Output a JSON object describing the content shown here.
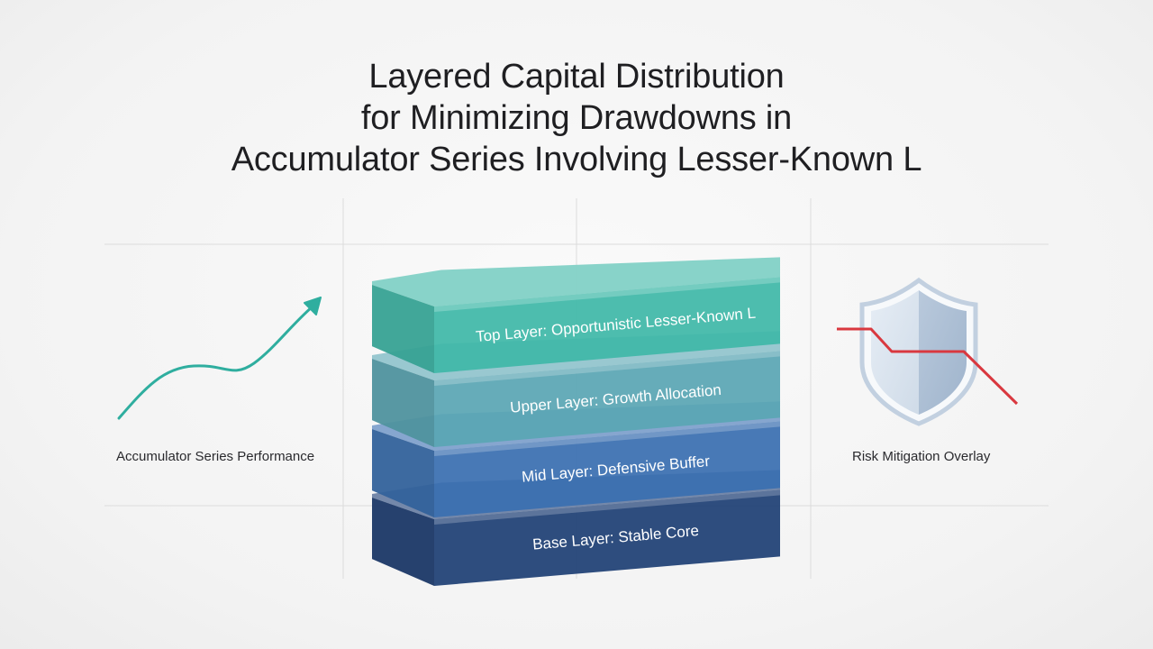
{
  "title": {
    "lines": [
      "Layered Capital Distribution",
      "for Minimizing Drawdowns in",
      "Accumulator Series Involving Lesser-Known L"
    ]
  },
  "layers": [
    {
      "label": "Top Layer: Opportunistic Lesser-Known L",
      "color": "#3fb8a8"
    },
    {
      "label": "Upper Layer: Growth Allocation",
      "color": "#5aa6b4"
    },
    {
      "label": "Mid Layer: Defensive Buffer",
      "color": "#3a6fb0"
    },
    {
      "label": "Base Layer: Stable Core",
      "color": "#1e3f74"
    }
  ],
  "left_panel": {
    "caption": "Accumulator Series Performance",
    "icon": "rising-trend-arrow-icon",
    "color": "#2fae9f"
  },
  "right_panel": {
    "caption": "Risk Mitigation Overlay",
    "icon": "shield-icon",
    "line_color": "#d9383f"
  }
}
